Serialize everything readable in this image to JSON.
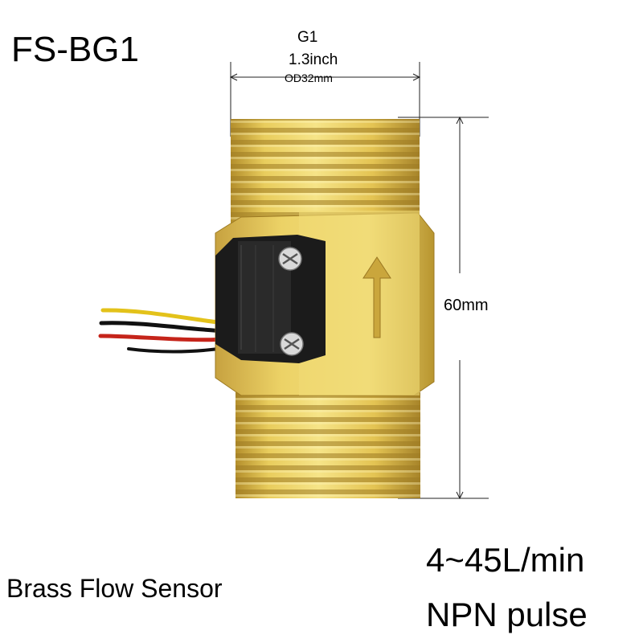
{
  "product": {
    "model": "FS-BG1",
    "caption": "Brass Flow Sensor",
    "flow_range": "4~45L/min",
    "output_type": "NPN pulse"
  },
  "dimensions": {
    "thread": "G1",
    "diameter_inch": "1.3inch",
    "outer_diameter": "OD32mm",
    "length": "60mm"
  },
  "colors": {
    "brass_light": "#f3df78",
    "brass_mid": "#e2c24c",
    "brass_dark": "#a9862a",
    "housing": "#1b1b1b",
    "wire_yellow": "#e3c21a",
    "wire_red": "#c5241a",
    "wire_black": "#111111"
  }
}
